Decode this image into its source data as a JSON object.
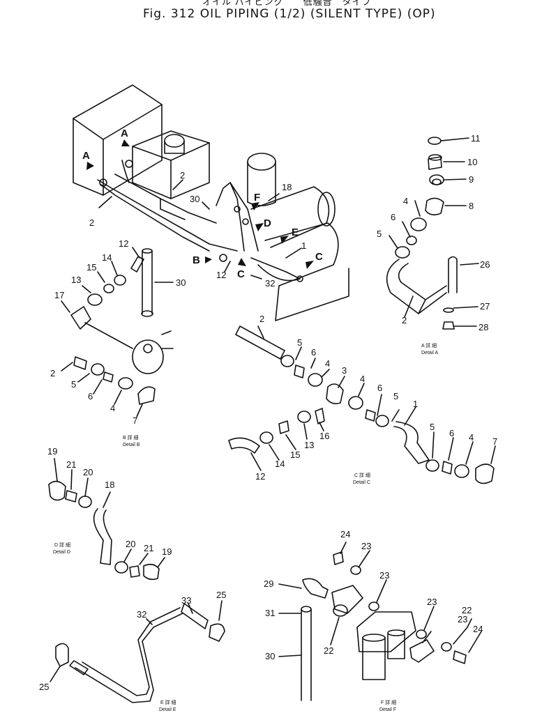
{
  "title_jp": "オイル パイピング　　低騒音　タイプ",
  "title": "Fig. 312   OIL PIPING (1/2) (SILENT TYPE) (OP)",
  "captions": {
    "A": [
      "A 詳 細",
      "Detail  A"
    ],
    "B": [
      "B 詳 細",
      "Detail  B"
    ],
    "C": [
      "C 詳 細",
      "Detail  C"
    ],
    "D": [
      "D 詳 細",
      "Detail  D"
    ],
    "E": [
      "E 詳 細",
      "Detail  E"
    ],
    "F": [
      "F 詳 細",
      "Detail  F"
    ]
  },
  "callouts": [
    "A",
    "A",
    "B",
    "C",
    "C",
    "D",
    "E",
    "F"
  ],
  "part_numbers": [
    "2",
    "2",
    "30",
    "18",
    "1",
    "12",
    "32",
    "11",
    "10",
    "9",
    "8",
    "4",
    "6",
    "5",
    "26",
    "27",
    "28",
    "2",
    "12",
    "14",
    "15",
    "13",
    "30",
    "17",
    "2",
    "5",
    "6",
    "4",
    "7",
    "2",
    "5",
    "6",
    "4",
    "3",
    "4",
    "6",
    "5",
    "1",
    "13",
    "16",
    "15",
    "14",
    "12",
    "5",
    "6",
    "4",
    "7",
    "19",
    "21",
    "20",
    "18",
    "20",
    "21",
    "19",
    "32",
    "33",
    "25",
    "25",
    "24",
    "23",
    "29",
    "23",
    "31",
    "23",
    "22",
    "23",
    "24",
    "30",
    "22"
  ]
}
